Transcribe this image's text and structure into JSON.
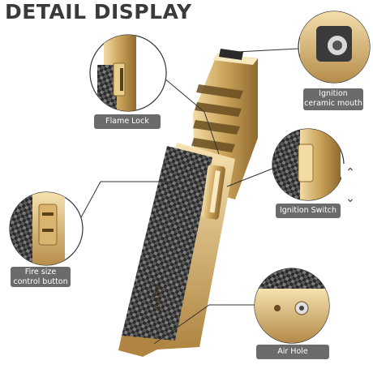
{
  "title": "DETAIL DISPLAY",
  "brand_text": "JOBON",
  "callouts": {
    "flame_lock": "Flame Lock",
    "ignition_mouth_line1": "Ignition",
    "ignition_mouth_line2": "ceramic mouth",
    "ignition_switch": "Ignition Switch",
    "fire_size_line1": "Fire size",
    "fire_size_line2": "control button",
    "air_hole": "Air Hole"
  },
  "nav": {
    "up": "⌃",
    "down": "⌄"
  },
  "colors": {
    "gold": "#c9a25a",
    "gold_dark": "#8f6a2e",
    "carbon": "#3a3a3a",
    "label_bg": "#6b6b6b",
    "title": "#3a3a3a"
  }
}
